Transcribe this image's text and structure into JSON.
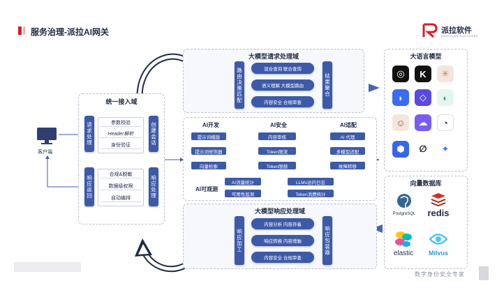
{
  "page_title": "服务治理-派拉AI网关",
  "brand": {
    "name": "派拉软件",
    "sub": "PARAKLAN SOFTWARE",
    "color": "#d32027"
  },
  "client": {
    "label": "客户端"
  },
  "entry": {
    "title": "统一接入域",
    "request_side": "请求处理",
    "request_items": [
      "参数校验",
      "Header解析",
      "身份验证"
    ],
    "create_session": "创建会话",
    "response_side": "响应返回",
    "response_items": [
      "合规&脱敏",
      "数据级权限",
      "自动编排"
    ],
    "response_proc": "响应处理"
  },
  "request_domain": {
    "title": "大模型请求处理域",
    "left_bar": "路由决策匹配",
    "pills": [
      "混合查询 联合查询",
      "语义理解 大模型路由",
      "内容安全 合规审查"
    ],
    "right_bar": "结果聚合"
  },
  "middle": {
    "ai_dev": {
      "title": "AI开发",
      "tags": [
        "提示词模版",
        "提示词修饰器",
        "向量检索"
      ]
    },
    "ai_sec": {
      "title": "AI安全",
      "tags": [
        "内容审核",
        "Token限流",
        "Token限额"
      ]
    },
    "ai_adapt": {
      "title": "AI适配",
      "tags": [
        "AI 代理",
        "多模型适配",
        "故障转移"
      ]
    },
    "ai_obs": {
      "title": "AI可观测",
      "tags": [
        "AI流量统计",
        "LLMs访问日志",
        "可用性监测",
        "Token消费统计"
      ]
    }
  },
  "response_domain": {
    "title": "大模型响应处理域",
    "left_bar": "响应加工",
    "pills": [
      "内容分析 内容存着",
      "响应转换 内容增触",
      "内容安全 合规审查"
    ],
    "right_bar": "响应包装器"
  },
  "llm": {
    "title": "大语言模型",
    "icons": [
      "openai-icon",
      "kimi-icon",
      "claude-icon",
      "deepseek-icon",
      "tongyi-icon",
      "zhipu-icon",
      "avatar-icon",
      "chatbot-icon",
      "kimi-dots-icon",
      "cube-icon",
      "infinity-icon",
      "spark-icon"
    ]
  },
  "vector_db": {
    "title": "向量数据库",
    "items": [
      "PostgreSQL",
      "redis",
      "elastic",
      "Milvus"
    ]
  },
  "footer": {
    "watermark": "数字身份安全专家"
  },
  "colors": {
    "primary": "#3d5aa8",
    "arrow": "#4a64b0",
    "accent_red": "#d32027"
  }
}
